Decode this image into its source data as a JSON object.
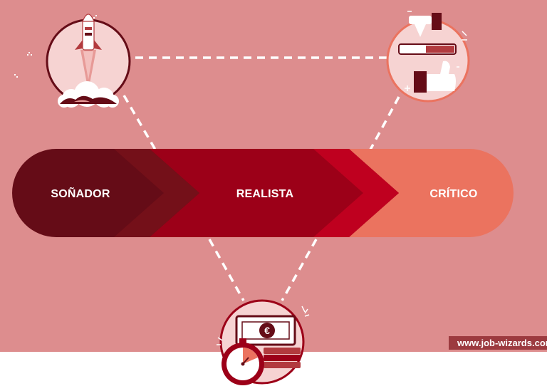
{
  "stages": [
    {
      "label": "SOÑADOR",
      "color": "#650c17"
    },
    {
      "label": "REALISTA",
      "color": "#9c0018"
    },
    {
      "label": "CRÍTICO",
      "color": "#eb735f"
    }
  ],
  "icons": {
    "dreamer": "rocket-launch-icon",
    "critic": "thumbs-feedback-icon",
    "realist": "money-stopwatch-icon"
  },
  "currency_symbol": "€",
  "watermark": "www.job-wizards.com",
  "colors": {
    "background": "#dd8d8e",
    "dark": "#650c17",
    "red": "#9c0018",
    "coral": "#eb735f",
    "connector": "#ffffff"
  }
}
